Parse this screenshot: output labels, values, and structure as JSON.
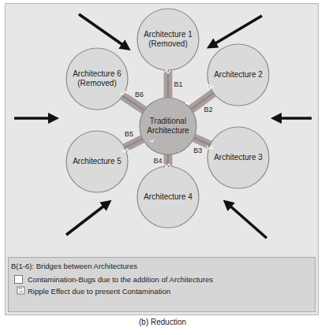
{
  "diagram": {
    "caption": "(b) Reduction",
    "nodes": [
      {
        "text": [
          "Architecture 1 (Removed)"
        ]
      },
      {
        "text": [
          "Architecture 6 (Removed)"
        ]
      },
      {
        "text": [
          "Architecture 2"
        ]
      },
      {
        "text": [
          "Traditional Architecture"
        ]
      },
      {
        "text": [
          "Architecture 5"
        ]
      },
      {
        "text": [
          "Architecture 3"
        ]
      },
      {
        "text": [
          "Architecture 4"
        ]
      }
    ],
    "edges": [
      {
        "from": 3,
        "to": 0,
        "arrow": "none",
        "label": "B1"
      },
      {
        "from": 3,
        "to": 2,
        "arrow": "none",
        "label": "B2"
      },
      {
        "from": 3,
        "to": 5,
        "arrow": "none",
        "label": "B3"
      },
      {
        "from": 3,
        "to": 6,
        "arrow": "none",
        "label": "B4"
      },
      {
        "from": 3,
        "to": 4,
        "arrow": "none",
        "label": "B5"
      },
      {
        "from": 3,
        "to": 1,
        "arrow": "none",
        "label": "B6"
      }
    ],
    "legend": [
      {
        "text": "B(1-6): Bridges between Architectures"
      },
      {
        "text": "Contamination-Bugs due to the addition of Architectures",
        "color": "#ffffff"
      },
      {
        "text": "Ripple Effect due to present Contamination"
      }
    ]
  }
}
